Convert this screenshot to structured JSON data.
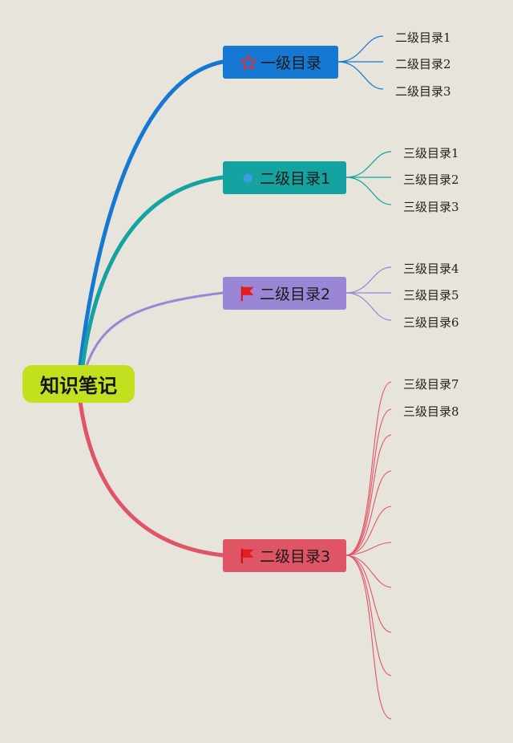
{
  "root": {
    "label": "知识笔记",
    "color": "#c3e01f"
  },
  "branches": [
    {
      "label": "一级目录",
      "icon": "star-icon",
      "color": "#1578d2",
      "leaves": [
        "二级目录1",
        "二级目录2",
        "二级目录3"
      ]
    },
    {
      "label": "二级目录1",
      "icon": "dot-icon",
      "color": "#14a3a0",
      "leaves": [
        "三级目录1",
        "三级目录2",
        "三级目录3"
      ]
    },
    {
      "label": "二级目录2",
      "icon": "flag-icon",
      "color": "#9b86d6",
      "leaves": [
        "三级目录4",
        "三级目录5",
        "三级目录6"
      ]
    },
    {
      "label": "二级目录3",
      "icon": "flag-icon",
      "color": "#e05565",
      "leaves": [
        "三级目录7",
        "三级目录8",
        "",
        "",
        "",
        "",
        "",
        "",
        "",
        ""
      ]
    }
  ]
}
